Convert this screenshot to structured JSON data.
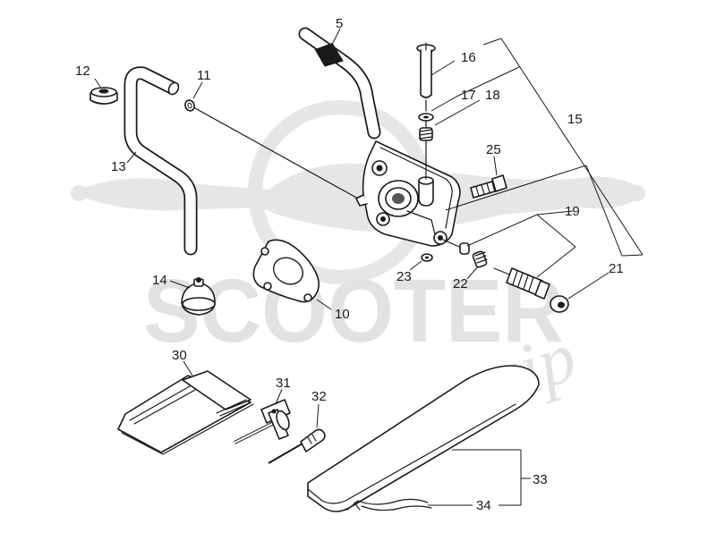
{
  "diagram": {
    "watermark": {
      "brand": "SCOOTER",
      "script": "zip"
    },
    "callouts": {
      "n5": "5",
      "n10": "10",
      "n11": "11",
      "n12": "12",
      "n13": "13",
      "n14": "14",
      "n15": "15",
      "n16": "16",
      "n17": "17",
      "n18": "18",
      "n19": "19",
      "n21": "21",
      "n22": "22",
      "n23": "23",
      "n25": "25",
      "n30": "30",
      "n31": "31",
      "n32": "32",
      "n33": "33",
      "n34": "34"
    }
  }
}
